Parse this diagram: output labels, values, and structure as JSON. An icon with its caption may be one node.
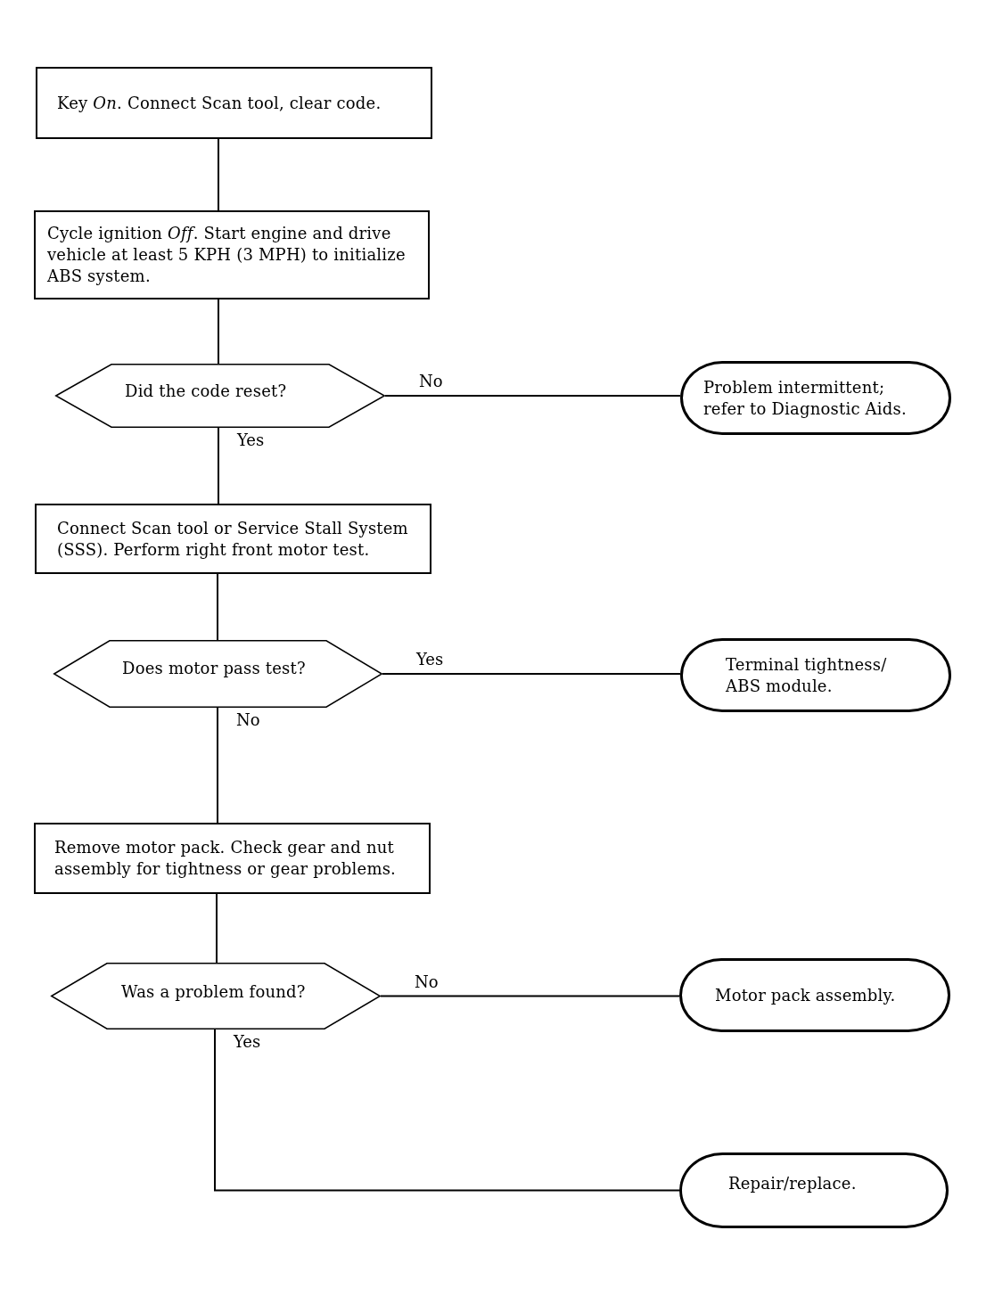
{
  "diagram": {
    "nodes": [
      {
        "text": [
          "Key *On*. Connect Scan tool, clear code."
        ]
      },
      {
        "text": [
          "Cycle ignition *Off*. Start engine and drive vehicle at least 5 KPH (3 MPH) to initialize ABS system."
        ]
      },
      {
        "text": [
          "Did the code reset?"
        ]
      },
      {
        "text": [
          "Problem intermittent; refer to Diagnostic Aids."
        ]
      },
      {
        "text": [
          "Connect Scan tool or Service Stall System (SSS). Perform right front motor test."
        ]
      },
      {
        "text": [
          "Does motor pass test?"
        ]
      },
      {
        "text": [
          "Terminal tightness/ ABS module."
        ]
      },
      {
        "text": [
          "Remove motor pack. Check gear and nut assembly for tightness or gear problems."
        ]
      },
      {
        "text": [
          "Was a problem found?"
        ]
      },
      {
        "text": [
          "Motor pack assembly."
        ]
      },
      {
        "text": [
          "Repair/replace."
        ]
      }
    ],
    "edges": [
      {
        "from": 0,
        "to": 1,
        "arrow": "none"
      },
      {
        "from": 1,
        "to": 2,
        "arrow": "none"
      },
      {
        "from": 2,
        "to": 3,
        "label": "No",
        "arrow": "none"
      },
      {
        "from": 2,
        "to": 4,
        "label": "Yes",
        "arrow": "none"
      },
      {
        "from": 4,
        "to": 5,
        "arrow": "none"
      },
      {
        "from": 5,
        "to": 6,
        "label": "Yes",
        "arrow": "none"
      },
      {
        "from": 5,
        "to": 7,
        "label": "No",
        "arrow": "none"
      },
      {
        "from": 7,
        "to": 8,
        "arrow": "none"
      },
      {
        "from": 8,
        "to": 9,
        "label": "No",
        "arrow": "none"
      },
      {
        "from": 8,
        "to": 10,
        "label": "Yes",
        "arrow": "none"
      }
    ]
  }
}
